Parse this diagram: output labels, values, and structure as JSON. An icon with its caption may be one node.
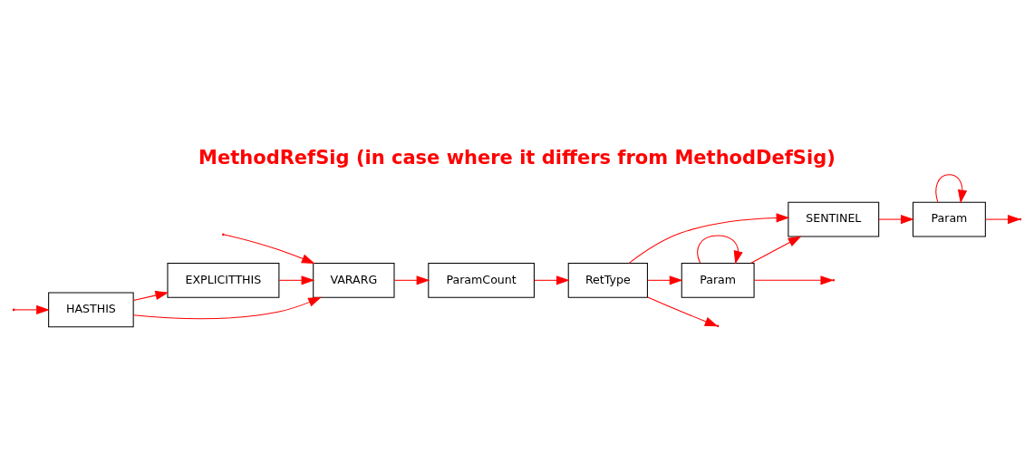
{
  "diagram": {
    "title": "MethodRefSig (in case where it differs from MethodDefSig)",
    "nodes": [
      {
        "text": [
          "HASTHIS"
        ]
      },
      {
        "text": [
          "EXPLICITTHIS"
        ]
      },
      {
        "text": [
          "VARARG"
        ]
      },
      {
        "text": [
          "ParamCount"
        ]
      },
      {
        "text": [
          "RetType"
        ]
      },
      {
        "text": [
          "Param"
        ]
      },
      {
        "text": [
          "SENTINEL"
        ]
      },
      {
        "text": [
          "Param"
        ]
      }
    ],
    "edges": [
      {
        "from": null,
        "to": 0,
        "arrow": "to"
      },
      {
        "from": null,
        "to": 2,
        "arrow": "to"
      },
      {
        "from": 0,
        "to": 1,
        "arrow": "to"
      },
      {
        "from": 0,
        "to": 2,
        "arrow": "to"
      },
      {
        "from": 1,
        "to": 2,
        "arrow": "to"
      },
      {
        "from": 2,
        "to": 3,
        "arrow": "to"
      },
      {
        "from": 3,
        "to": 4,
        "arrow": "to"
      },
      {
        "from": 4,
        "to": 5,
        "arrow": "to"
      },
      {
        "from": 4,
        "to": 6,
        "arrow": "to"
      },
      {
        "from": 5,
        "to": 5,
        "arrow": "to"
      },
      {
        "from": 5,
        "to": 6,
        "arrow": "to"
      },
      {
        "from": 4,
        "to": null,
        "arrow": "to"
      },
      {
        "from": 5,
        "to": null,
        "arrow": "to"
      },
      {
        "from": 6,
        "to": 7,
        "arrow": "to"
      },
      {
        "from": 7,
        "to": 7,
        "arrow": "to"
      },
      {
        "from": 7,
        "to": null,
        "arrow": "to"
      }
    ]
  }
}
